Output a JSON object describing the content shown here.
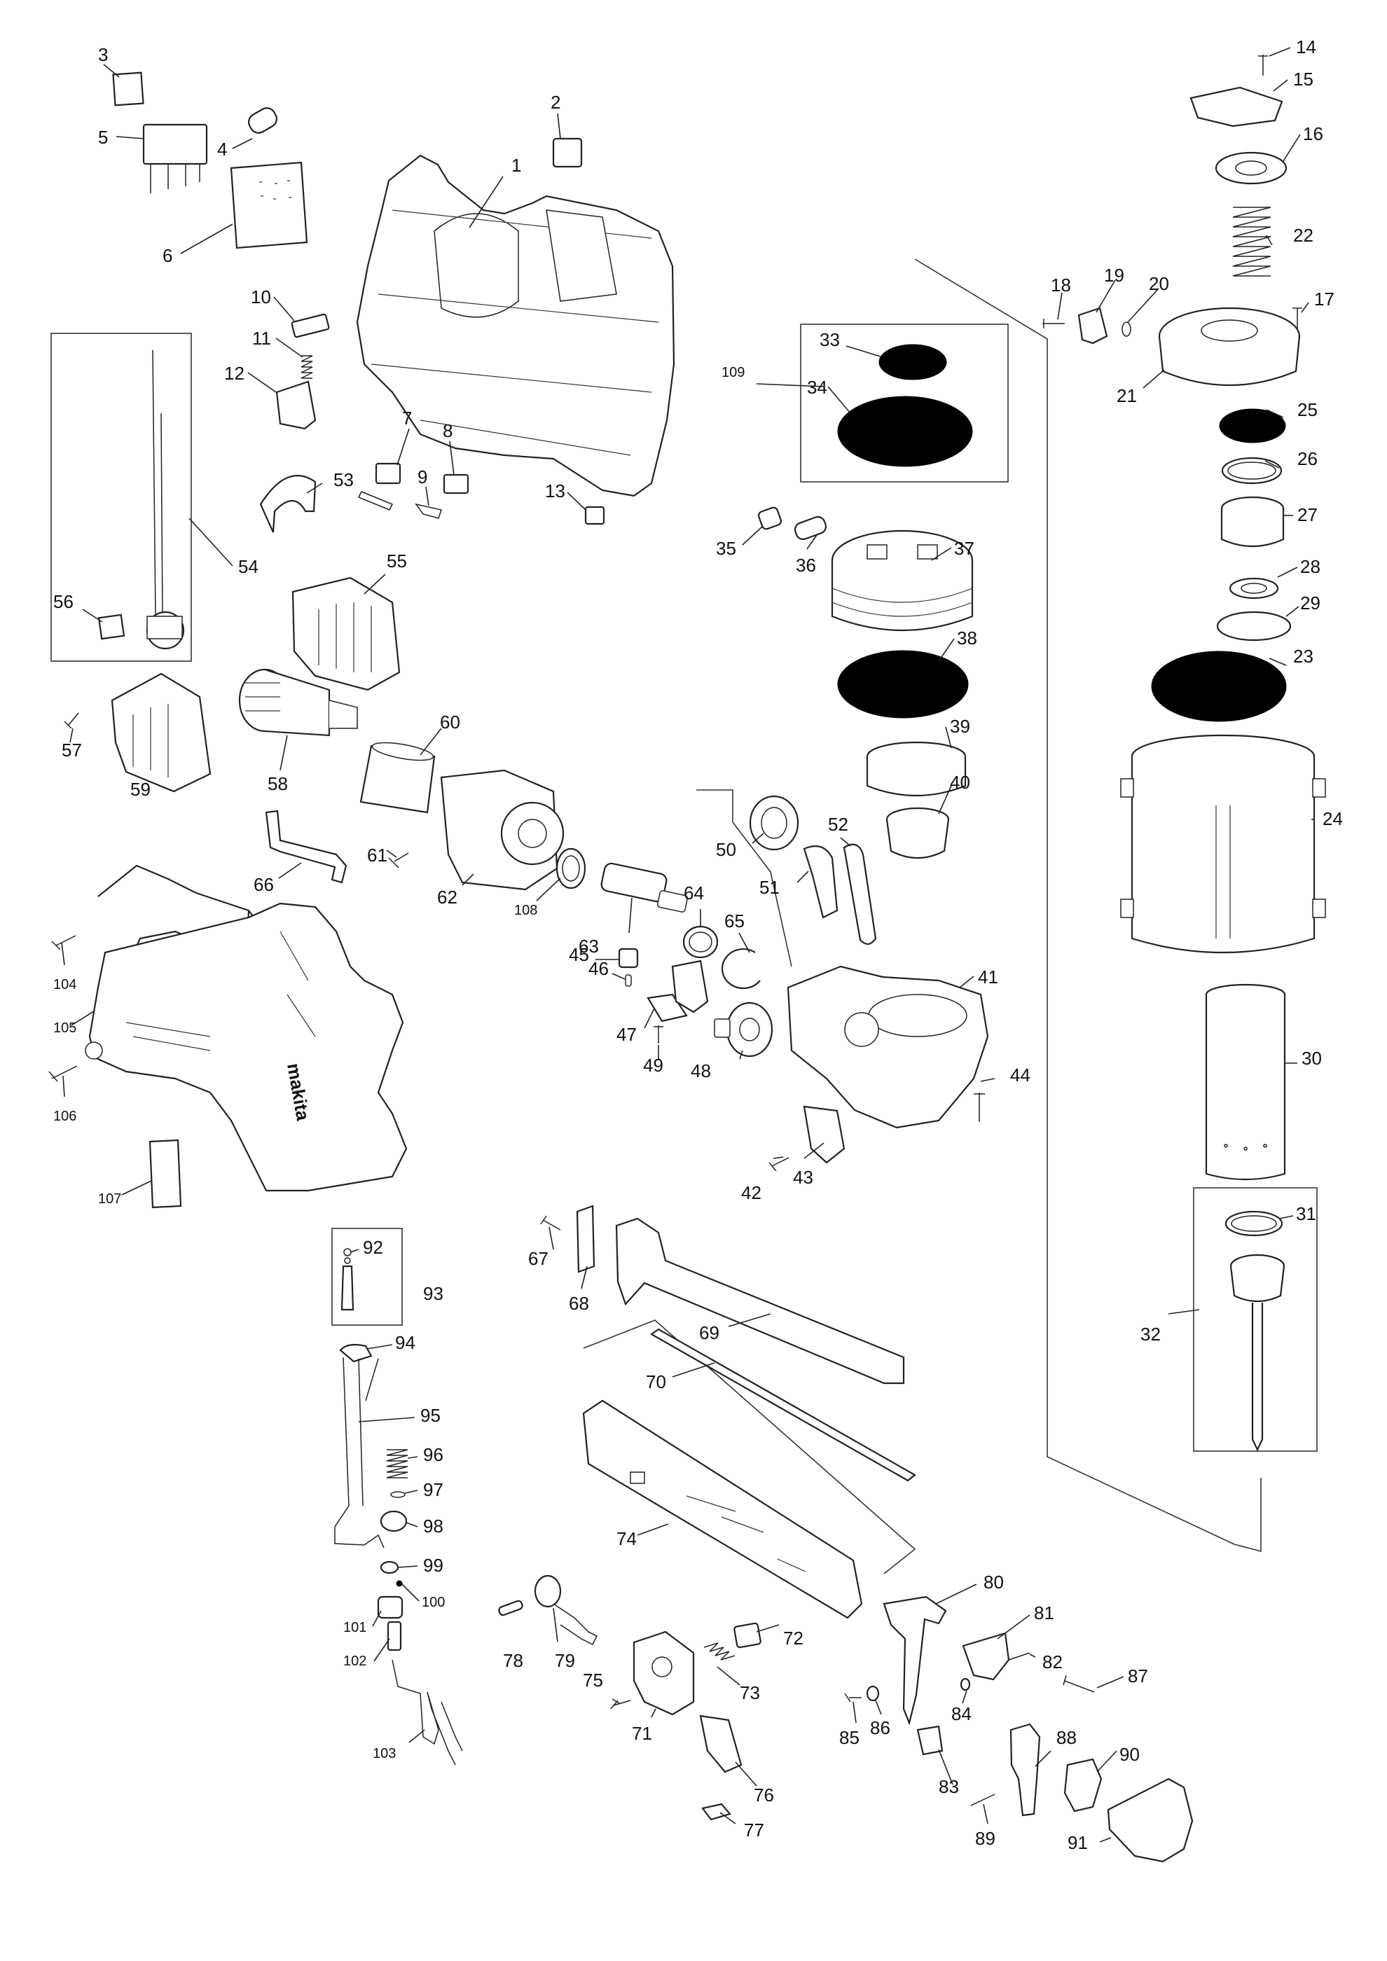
{
  "diagram": {
    "callouts": [
      {
        "id": "c1",
        "text": "1"
      },
      {
        "id": "c2",
        "text": "2"
      },
      {
        "id": "c3",
        "text": "3"
      },
      {
        "id": "c4",
        "text": "4"
      },
      {
        "id": "c5",
        "text": "5"
      },
      {
        "id": "c6",
        "text": "6"
      },
      {
        "id": "c7",
        "text": "7"
      },
      {
        "id": "c8",
        "text": "8"
      },
      {
        "id": "c9",
        "text": "9"
      },
      {
        "id": "c10",
        "text": "10"
      },
      {
        "id": "c11",
        "text": "11"
      },
      {
        "id": "c12",
        "text": "12"
      },
      {
        "id": "c13",
        "text": "13"
      },
      {
        "id": "c14",
        "text": "14"
      },
      {
        "id": "c15",
        "text": "15"
      },
      {
        "id": "c16",
        "text": "16"
      },
      {
        "id": "c17",
        "text": "17"
      },
      {
        "id": "c18",
        "text": "18"
      },
      {
        "id": "c19",
        "text": "19"
      },
      {
        "id": "c20",
        "text": "20"
      },
      {
        "id": "c21",
        "text": "21"
      },
      {
        "id": "c22",
        "text": "22"
      },
      {
        "id": "c23",
        "text": "23"
      },
      {
        "id": "c24",
        "text": "24"
      },
      {
        "id": "c25",
        "text": "25"
      },
      {
        "id": "c26",
        "text": "26"
      },
      {
        "id": "c27",
        "text": "27"
      },
      {
        "id": "c28",
        "text": "28"
      },
      {
        "id": "c29",
        "text": "29"
      },
      {
        "id": "c30",
        "text": "30"
      },
      {
        "id": "c31",
        "text": "31"
      },
      {
        "id": "c32",
        "text": "32"
      },
      {
        "id": "c33",
        "text": "33"
      },
      {
        "id": "c34",
        "text": "34"
      },
      {
        "id": "c35",
        "text": "35"
      },
      {
        "id": "c36",
        "text": "36"
      },
      {
        "id": "c37",
        "text": "37"
      },
      {
        "id": "c38",
        "text": "38"
      },
      {
        "id": "c39",
        "text": "39"
      },
      {
        "id": "c40",
        "text": "40"
      },
      {
        "id": "c41",
        "text": "41"
      },
      {
        "id": "c42",
        "text": "42"
      },
      {
        "id": "c43",
        "text": "43"
      },
      {
        "id": "c44",
        "text": "44"
      },
      {
        "id": "c45",
        "text": "45"
      },
      {
        "id": "c46",
        "text": "46"
      },
      {
        "id": "c47",
        "text": "47"
      },
      {
        "id": "c48",
        "text": "48"
      },
      {
        "id": "c49",
        "text": "49"
      },
      {
        "id": "c50",
        "text": "50"
      },
      {
        "id": "c51",
        "text": "51"
      },
      {
        "id": "c52",
        "text": "52"
      },
      {
        "id": "c53",
        "text": "53"
      },
      {
        "id": "c54",
        "text": "54"
      },
      {
        "id": "c55",
        "text": "55"
      },
      {
        "id": "c56",
        "text": "56"
      },
      {
        "id": "c57",
        "text": "57"
      },
      {
        "id": "c58",
        "text": "58"
      },
      {
        "id": "c59",
        "text": "59"
      },
      {
        "id": "c60",
        "text": "60"
      },
      {
        "id": "c61",
        "text": "61"
      },
      {
        "id": "c62",
        "text": "62"
      },
      {
        "id": "c63",
        "text": "63"
      },
      {
        "id": "c64",
        "text": "64"
      },
      {
        "id": "c65",
        "text": "65"
      },
      {
        "id": "c66",
        "text": "66"
      },
      {
        "id": "c67",
        "text": "67"
      },
      {
        "id": "c68",
        "text": "68"
      },
      {
        "id": "c69",
        "text": "69"
      },
      {
        "id": "c70",
        "text": "70"
      },
      {
        "id": "c71",
        "text": "71"
      },
      {
        "id": "c72",
        "text": "72"
      },
      {
        "id": "c73",
        "text": "73"
      },
      {
        "id": "c74",
        "text": "74"
      },
      {
        "id": "c75",
        "text": "75"
      },
      {
        "id": "c76",
        "text": "76"
      },
      {
        "id": "c77",
        "text": "77"
      },
      {
        "id": "c78",
        "text": "78"
      },
      {
        "id": "c79",
        "text": "79"
      },
      {
        "id": "c80",
        "text": "80"
      },
      {
        "id": "c81",
        "text": "81"
      },
      {
        "id": "c82",
        "text": "82"
      },
      {
        "id": "c83",
        "text": "83"
      },
      {
        "id": "c84",
        "text": "84"
      },
      {
        "id": "c85",
        "text": "85"
      },
      {
        "id": "c86",
        "text": "86"
      },
      {
        "id": "c87",
        "text": "87"
      },
      {
        "id": "c88",
        "text": "88"
      },
      {
        "id": "c89",
        "text": "89"
      },
      {
        "id": "c90",
        "text": "90"
      },
      {
        "id": "c91",
        "text": "91"
      },
      {
        "id": "c92",
        "text": "92"
      },
      {
        "id": "c93",
        "text": "93"
      },
      {
        "id": "c94",
        "text": "94"
      },
      {
        "id": "c95",
        "text": "95"
      },
      {
        "id": "c96",
        "text": "96"
      },
      {
        "id": "c97",
        "text": "97"
      },
      {
        "id": "c98",
        "text": "98"
      },
      {
        "id": "c99",
        "text": "99"
      },
      {
        "id": "c100",
        "text": "100"
      },
      {
        "id": "c101",
        "text": "101"
      },
      {
        "id": "c102",
        "text": "102"
      },
      {
        "id": "c103",
        "text": "103"
      },
      {
        "id": "c104",
        "text": "104"
      },
      {
        "id": "c105",
        "text": "105"
      },
      {
        "id": "c106",
        "text": "106"
      },
      {
        "id": "c107",
        "text": "107"
      },
      {
        "id": "c108",
        "text": "108"
      },
      {
        "id": "c109",
        "text": "109"
      }
    ],
    "brand_mark": "makita"
  }
}
